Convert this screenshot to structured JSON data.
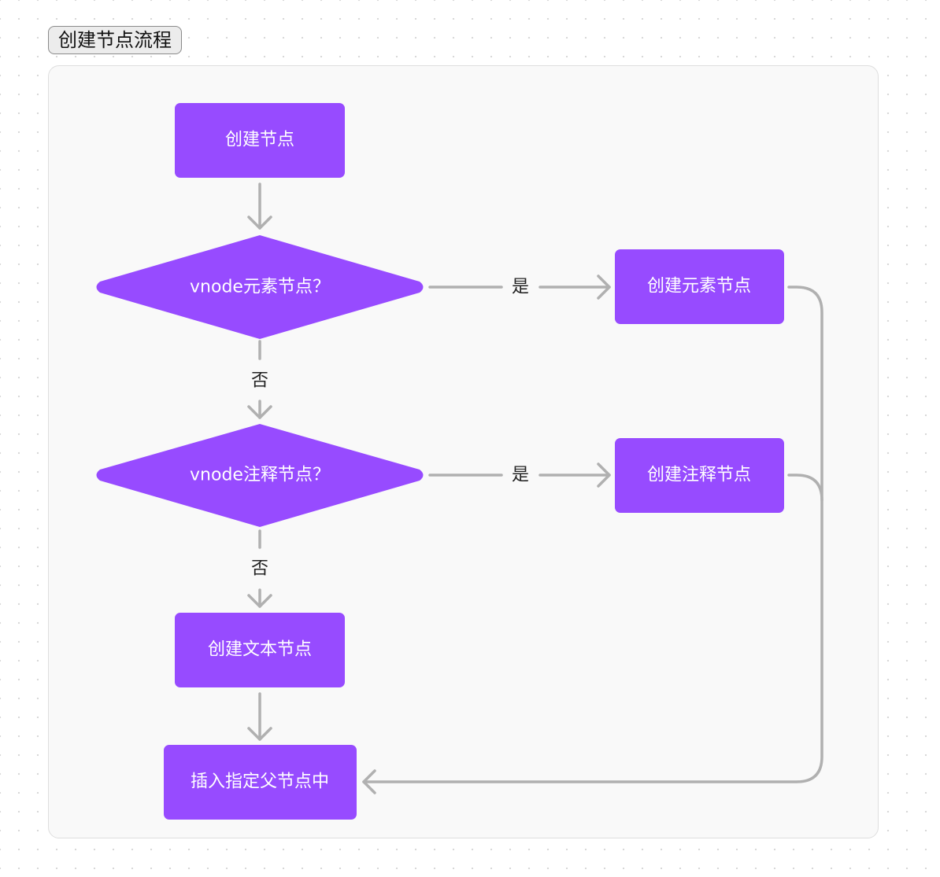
{
  "title": "创建节点流程",
  "colors": {
    "node_fill": "#974bff",
    "node_text": "#ffffff",
    "edge": "#b0b0b0",
    "panel_bg": "#f9f9f9"
  },
  "nodes": {
    "start": "创建节点",
    "q_element": "vnode元素节点？",
    "create_element": "创建元素节点",
    "q_comment": "vnode注释节点？",
    "create_comment": "创建注释节点",
    "create_text": "创建文本节点",
    "insert": "插入指定父节点中"
  },
  "edges": {
    "yes_1": "是",
    "no_1": "否",
    "yes_2": "是",
    "no_2": "否"
  }
}
